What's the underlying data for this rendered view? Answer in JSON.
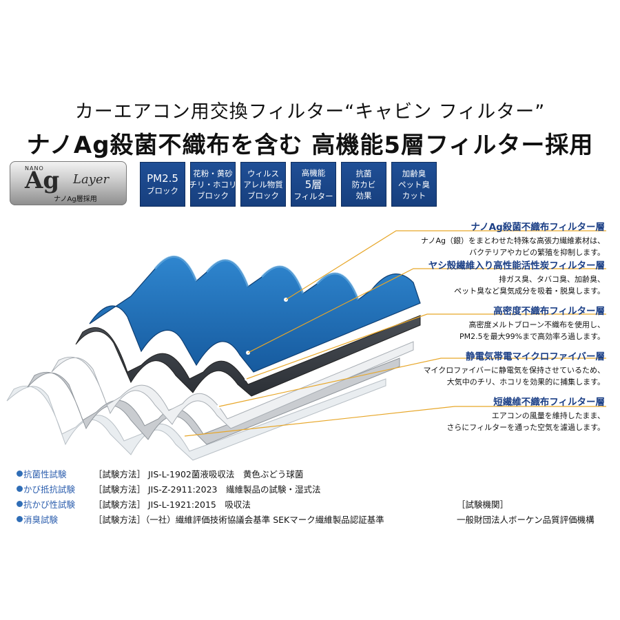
{
  "header": {
    "subtitle": "カーエアコン用交換フィルター“キャビン フィルター”",
    "headline": "ナノAg殺菌不織布を含む 高機能5層フィルター採用"
  },
  "logo": {
    "nano": "NANO",
    "ag": "Ag",
    "layer": "Layer",
    "caption": "ナノAg層採用"
  },
  "badges": [
    {
      "line1": "PM2.5",
      "line2": "ブロック",
      "line3": ""
    },
    {
      "line1": "花粉・黄砂",
      "line2": "チリ・ホコリ",
      "line3": "ブロック"
    },
    {
      "line1": "ウィルス",
      "line2": "アレル物質",
      "line3": "ブロック"
    },
    {
      "line1": "高機能",
      "line2": "5層",
      "line3": "フィルター"
    },
    {
      "line1": "抗菌",
      "line2": "防カビ",
      "line3": "効果"
    },
    {
      "line1": "加齢臭",
      "line2": "ペット臭",
      "line3": "カット"
    }
  ],
  "layers": [
    {
      "title": "ナノAg殺菌不織布フィルター層",
      "desc1": "ナノAg（銀）をまとわせた特殊な高張力繊維素材は、",
      "desc2": "バクテリアやカビの繁殖を抑制します。"
    },
    {
      "title": "ヤシ殻繊維入り高性能活性炭フィルター層",
      "desc1": "排ガス臭、タバコ臭、加齢臭、",
      "desc2": "ペット臭など臭気成分を吸着・脱臭します。"
    },
    {
      "title": "高密度不織布フィルター層",
      "desc1": "高密度メルトブローン不織布を使用し、",
      "desc2": "PM2.5を最大99%まで高効率ろ過します。"
    },
    {
      "title": "静電気帯電マイクロファイバー層",
      "desc1": "マイクロファイバーに静電気を保持させているため、",
      "desc2": "大気中のチリ、ホコリを効果的に捕集します。"
    },
    {
      "title": "短繊維不織布フィルター層",
      "desc1": "エアコンの風量を維持したまま、",
      "desc2": "さらにフィルターを通った空気を濾過します。"
    }
  ],
  "tests": [
    {
      "name": "抗菌性試験",
      "method": "［試験方法］ JIS-L-1902菌液吸収法　黄色ぶどう球菌"
    },
    {
      "name": "かび抵抗試験",
      "method": "［試験方法］ JIS-Z-2911:2023　繊維製品の試験・湿式法"
    },
    {
      "name": "抗かび性試験",
      "method": "［試験方法］ JIS-L-1921:2015　吸収法"
    },
    {
      "name": "消臭試験",
      "method": "［試験方法］（一社）繊維評価技術協議会基準  SEKマーク繊維製品認証基準"
    }
  ],
  "agency": {
    "label": "［試験機関］",
    "name": "一般財団法人ボーケン品質評価機構"
  },
  "colors": {
    "badge_bg": "#1f4f96",
    "title_blue": "#1b3f86",
    "callout_line": "#e7a628",
    "top_layer_blue": "#1f6fb8",
    "test_name_blue": "#2d5fae"
  }
}
